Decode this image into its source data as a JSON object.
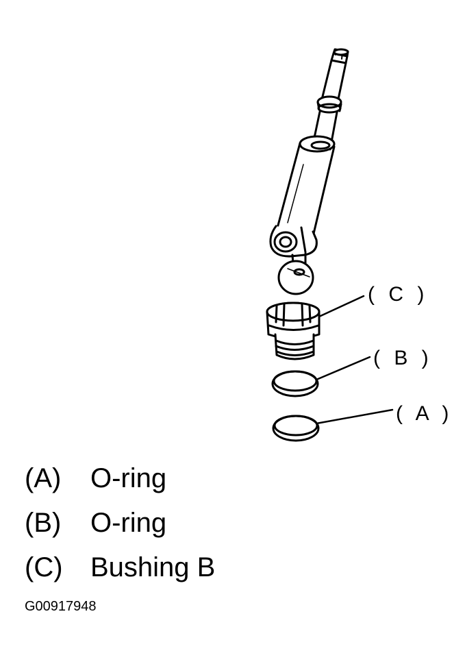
{
  "callouts": {
    "c": "( C )",
    "b": "( B )",
    "a": "( A )"
  },
  "legend": [
    {
      "code": "(A)",
      "name": "O-ring"
    },
    {
      "code": "(B)",
      "name": "O-ring"
    },
    {
      "code": "(C)",
      "name": "Bushing B"
    }
  ],
  "figure_id": "G00917948"
}
